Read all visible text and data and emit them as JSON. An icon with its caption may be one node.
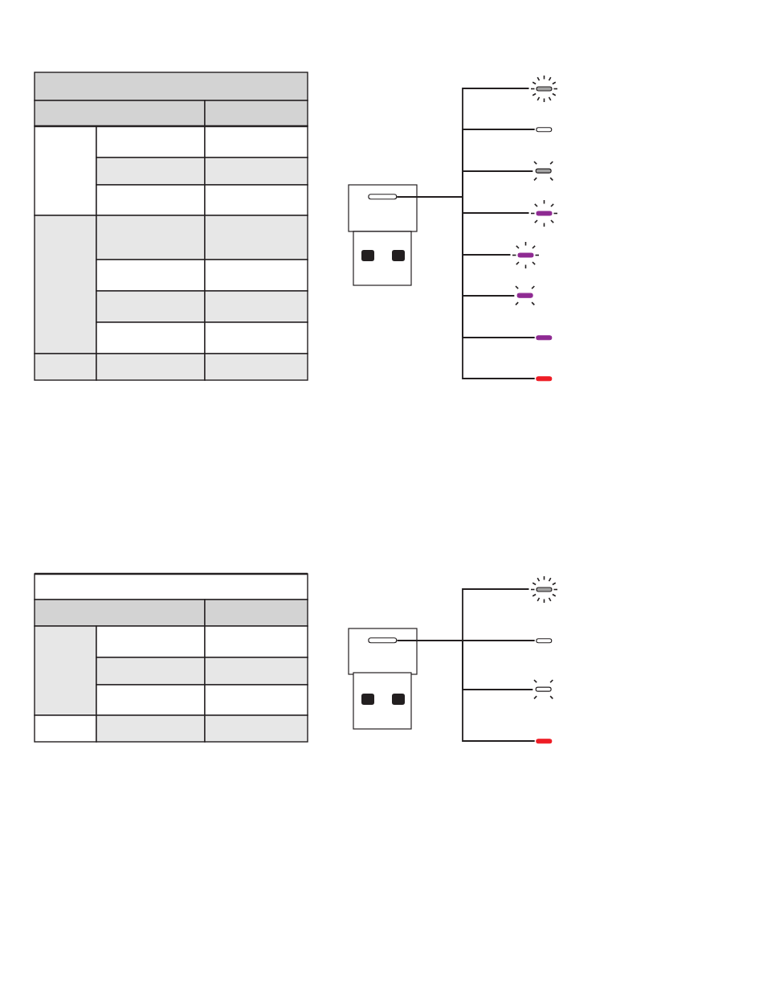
{
  "diagram": {
    "nodes": [
      {
        "text": [],
        "shape": "bar"
      },
      {
        "text": [],
        "shape": "bar"
      },
      {
        "text": [],
        "shape": "bar"
      },
      {
        "text": [],
        "shape": "bar"
      },
      {
        "text": [],
        "shape": "bar"
      },
      {
        "text": [],
        "shape": "bar"
      },
      {
        "text": [],
        "shape": "bar"
      },
      {
        "text": [],
        "shape": "bar"
      },
      {
        "text": [],
        "shape": "bar"
      },
      {
        "text": [],
        "shape": "bar"
      },
      {
        "text": [],
        "shape": "bar"
      },
      {
        "text": [],
        "shape": "bar"
      },
      {
        "text": [],
        "shape": "bar"
      },
      {
        "text": [],
        "shape": "bar"
      }
    ],
    "edges": [
      {
        "from": 0,
        "to": 1,
        "arrow": "none"
      },
      {
        "from": 0,
        "to": 2,
        "arrow": "none"
      },
      {
        "from": 0,
        "to": 3,
        "arrow": "none"
      },
      {
        "from": 0,
        "to": 4,
        "arrow": "none"
      },
      {
        "from": 0,
        "to": 5,
        "arrow": "none"
      },
      {
        "from": 0,
        "to": 6,
        "arrow": "none"
      },
      {
        "from": 0,
        "to": 7,
        "arrow": "none"
      },
      {
        "from": 0,
        "to": 8,
        "arrow": "none"
      },
      {
        "from": 9,
        "to": 10,
        "arrow": "none"
      },
      {
        "from": 9,
        "to": 11,
        "arrow": "none"
      },
      {
        "from": 9,
        "to": 12,
        "arrow": "none"
      },
      {
        "from": 9,
        "to": 13,
        "arrow": "none"
      }
    ]
  }
}
